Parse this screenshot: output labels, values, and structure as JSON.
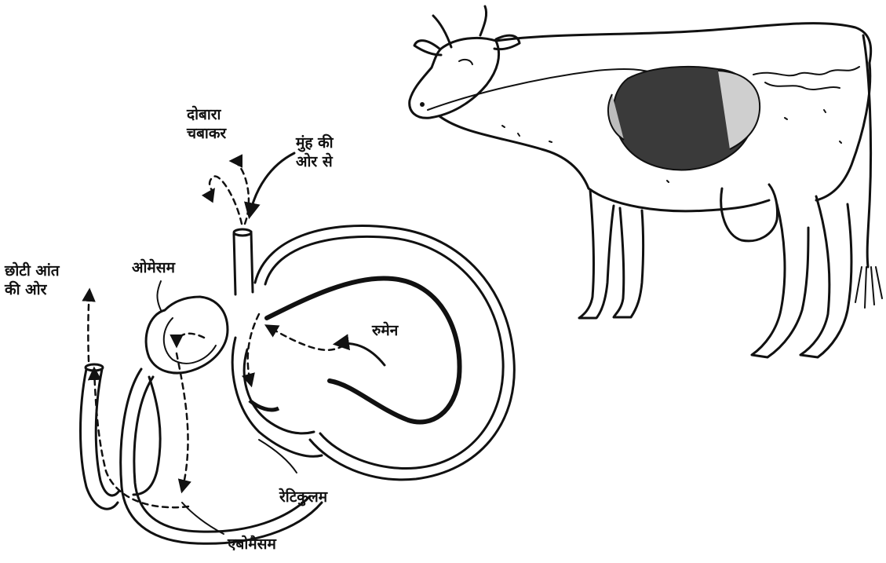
{
  "labels": {
    "rechew_line1": "दोबारा",
    "rechew_line2": "चबाकर",
    "from_mouth_line1": "मुंह की",
    "from_mouth_line2": "ओर से",
    "small_intestine_line1": "छोटी आंत",
    "small_intestine_line2": "की ओर",
    "omasum": "ओमेसम",
    "rumen": "रुमेन",
    "reticulum": "रेटिकुलम",
    "abomasum": "एबोमैसम"
  },
  "icons": [
    "cow-illustration",
    "stomach-illustration"
  ]
}
